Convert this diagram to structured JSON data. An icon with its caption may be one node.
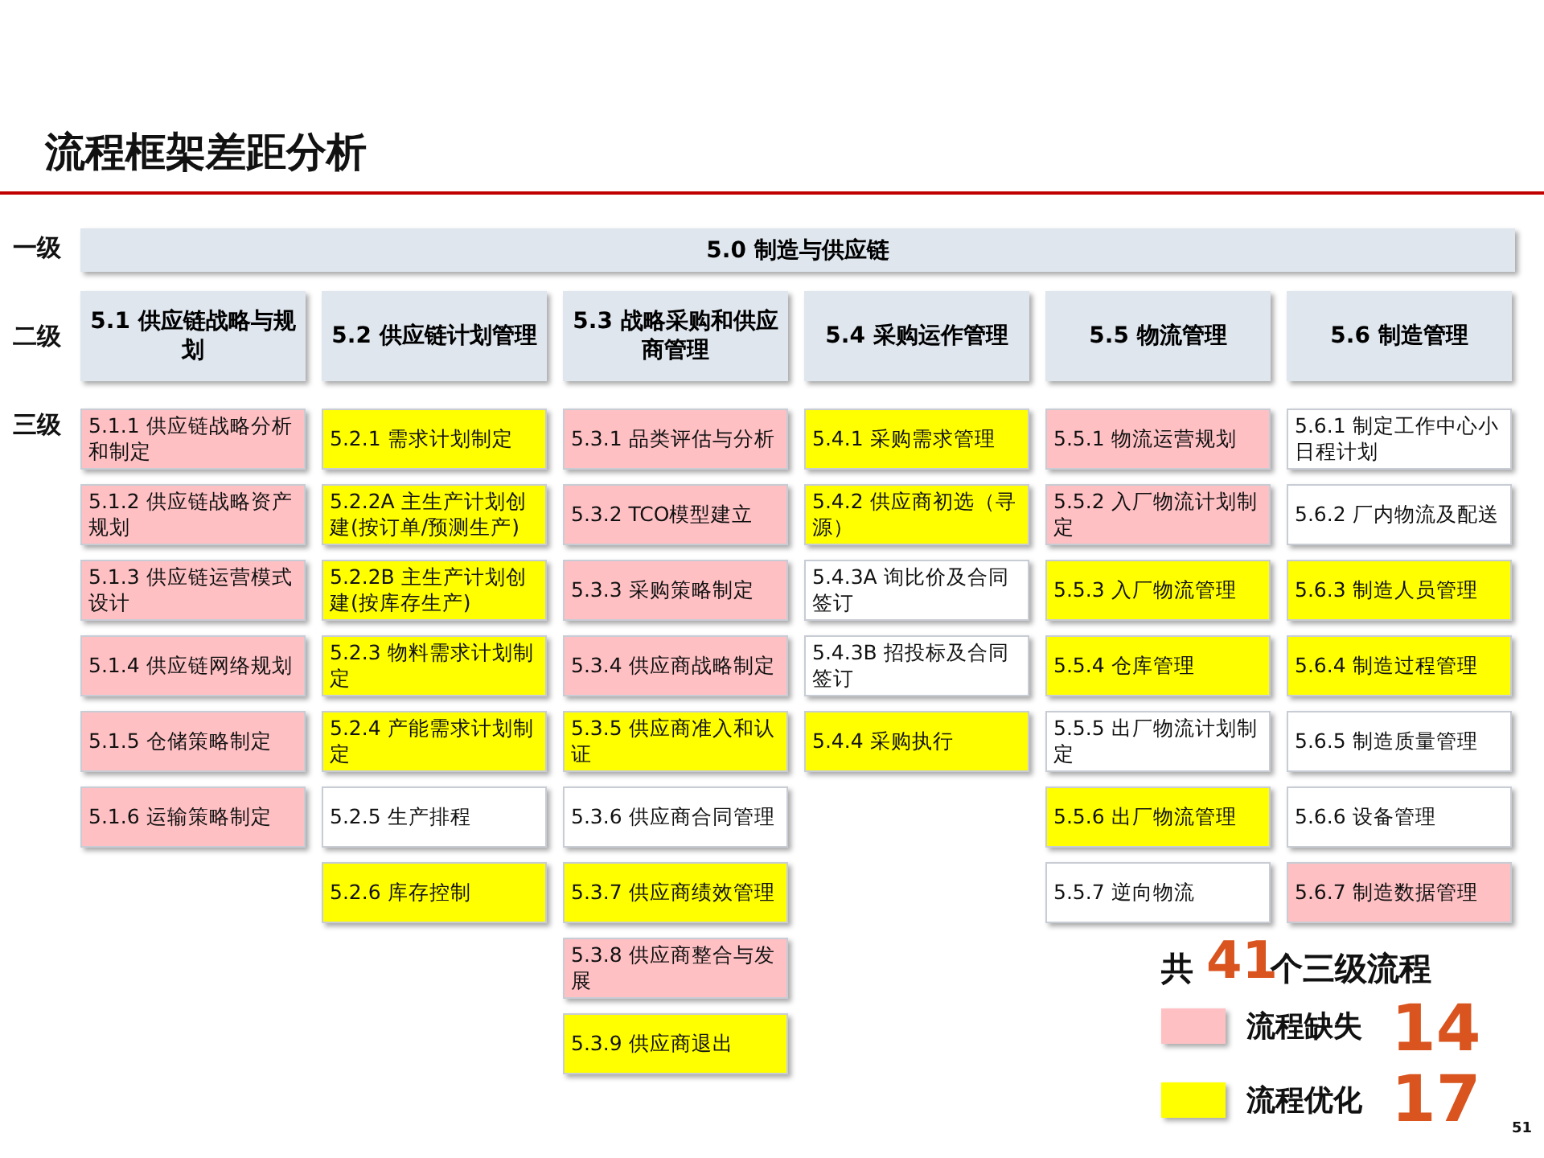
{
  "diagram": {
    "title": "流程框架差距分析",
    "nodes": [
      {
        "text": [
          "5.0 制造与供应链"
        ]
      },
      {
        "text": [
          "5.1 供应链战略与规划"
        ]
      },
      {
        "text": [
          "5.2 供应链计划管理"
        ]
      },
      {
        "text": [
          "5.3 战略采购和供应商管理"
        ]
      },
      {
        "text": [
          "5.4 采购运作管理"
        ]
      },
      {
        "text": [
          "5.5 物流管理"
        ]
      },
      {
        "text": [
          "5.6 制造管理"
        ]
      },
      {
        "text": [
          "5.1.1 供应链战略分析和制定"
        ]
      },
      {
        "text": [
          "5.1.2 供应链战略资产规划"
        ]
      },
      {
        "text": [
          "5.1.3 供应链运营模式设计"
        ]
      },
      {
        "text": [
          "5.1.4 供应链网络规划"
        ]
      },
      {
        "text": [
          "5.1.5 仓储策略制定"
        ]
      },
      {
        "text": [
          "5.1.6 运输策略制定"
        ]
      },
      {
        "text": [
          "5.2.1 需求计划制定"
        ]
      },
      {
        "text": [
          "5.2.2A 主生产计划创建(按订单/预测生产)"
        ]
      },
      {
        "text": [
          "5.2.2B 主生产计划创建(按库存生产)"
        ]
      },
      {
        "text": [
          "5.2.3 物料需求计划制定"
        ]
      },
      {
        "text": [
          "5.2.4 产能需求计划制定"
        ]
      },
      {
        "text": [
          "5.2.5 生产排程"
        ]
      },
      {
        "text": [
          "5.2.6 库存控制"
        ]
      },
      {
        "text": [
          "5.3.1 品类评估与分析"
        ]
      },
      {
        "text": [
          "5.3.2 TCO模型建立"
        ]
      },
      {
        "text": [
          "5.3.3 采购策略制定"
        ]
      },
      {
        "text": [
          "5.3.4 供应商战略制定"
        ]
      },
      {
        "text": [
          "5.3.5 供应商准入和认证"
        ]
      },
      {
        "text": [
          "5.3.6 供应商合同管理"
        ]
      },
      {
        "text": [
          "5.3.7 供应商绩效管理"
        ]
      },
      {
        "text": [
          "5.3.8 供应商整合与发展"
        ]
      },
      {
        "text": [
          "5.3.9 供应商退出"
        ]
      },
      {
        "text": [
          "5.4.1 采购需求管理"
        ]
      },
      {
        "text": [
          "5.4.2 供应商初选（寻源）"
        ]
      },
      {
        "text": [
          "5.4.3A 询比价及合同签订"
        ]
      },
      {
        "text": [
          "5.4.3B 招投标及合同签订"
        ]
      },
      {
        "text": [
          "5.4.4 采购执行"
        ]
      },
      {
        "text": [
          "5.5.1 物流运营规划"
        ]
      },
      {
        "text": [
          "5.5.2 入厂物流计划制定"
        ]
      },
      {
        "text": [
          "5.5.3 入厂物流管理"
        ]
      },
      {
        "text": [
          "5.5.4 仓库管理"
        ]
      },
      {
        "text": [
          "5.5.5 出厂物流计划制定"
        ]
      },
      {
        "text": [
          "5.5.6 出厂物流管理"
        ]
      },
      {
        "text": [
          "5.5.7 逆向物流"
        ]
      },
      {
        "text": [
          "5.6.1 制定工作中心小日程计划"
        ]
      },
      {
        "text": [
          "5.6.2 厂内物流及配送"
        ]
      },
      {
        "text": [
          "5.6.3 制造人员管理"
        ]
      },
      {
        "text": [
          "5.6.4 制造过程管理"
        ]
      },
      {
        "text": [
          "5.6.5 制造质量管理"
        ]
      },
      {
        "text": [
          "5.6.6 设备管理"
        ]
      },
      {
        "text": [
          "5.6.7 制造数据管理"
        ]
      }
    ],
    "labels": [
      "一级",
      "二级",
      "三级",
      "共",
      "41",
      "个三级流程",
      "14",
      "17",
      "51"
    ],
    "legend": [
      {
        "text": "流程缺失",
        "color": "#ffc0c4"
      },
      {
        "text": "流程优化",
        "color": "#ffff00"
      }
    ]
  }
}
